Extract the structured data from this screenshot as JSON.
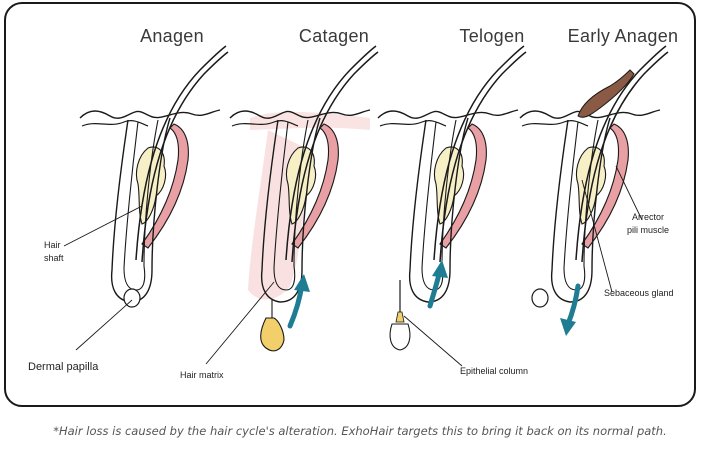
{
  "stages": [
    {
      "title": "Anagen"
    },
    {
      "title": "Catagen"
    },
    {
      "title": "Telogen"
    },
    {
      "title": "Early Anagen"
    }
  ],
  "labels": {
    "hair_shaft": [
      "Hair",
      "shaft"
    ],
    "dermal_papilla": "Dermal papilla",
    "hair_matrix": "Hair matrix",
    "epithelial_column": "Epithelial column",
    "arrector_pili_muscle": [
      "Arrector",
      "pili muscle"
    ],
    "sebaceous_gland": "Sebaceous gland"
  },
  "footnote": "*Hair loss is caused by the hair cycle's alteration. ExhoHair targets this to bring it back on its normal path.",
  "colors": {
    "muscle": "#e8a0a4",
    "gland": "#f7efc6",
    "pink_fade": "#f9dcdc",
    "papilla": "#f2cf6a",
    "arrow": "#1f7d93",
    "shed_hair": "#8a5a44",
    "outline": "#1a1a1a"
  }
}
